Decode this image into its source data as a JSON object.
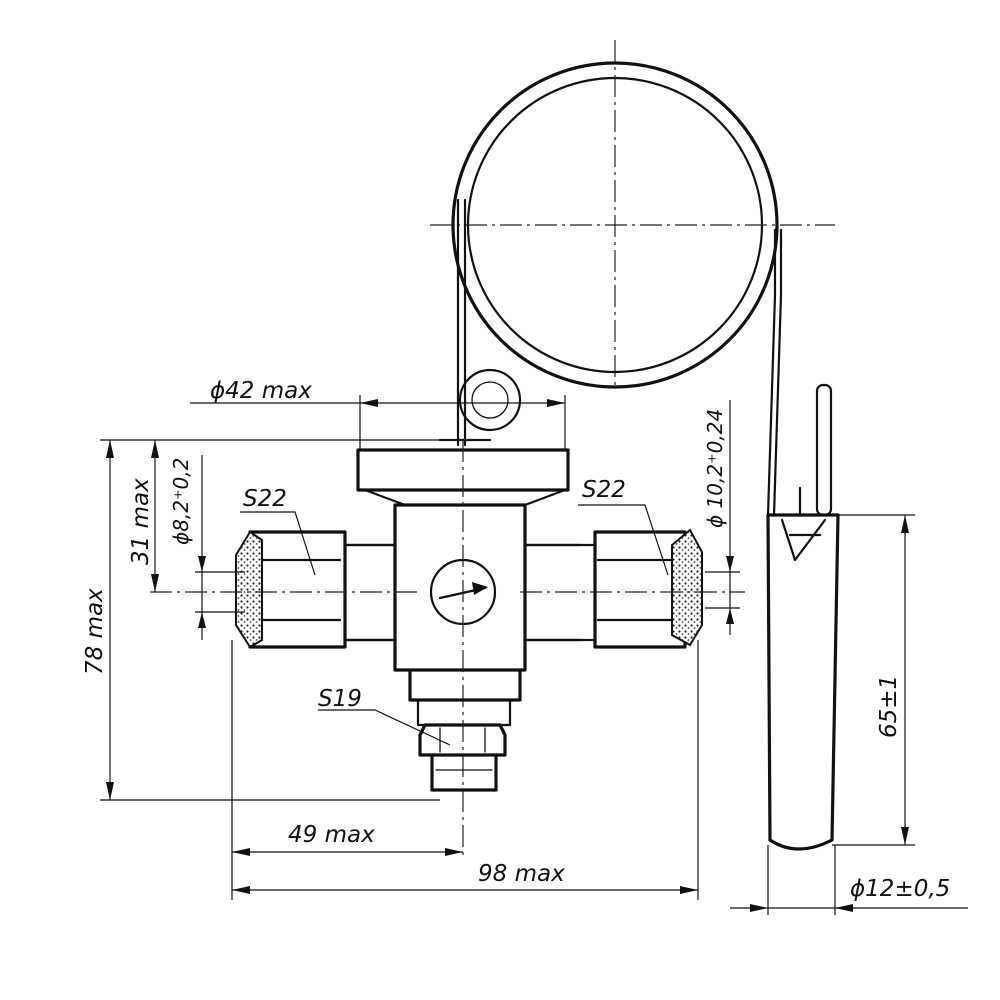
{
  "dimensions": {
    "phi42": "ϕ42 max",
    "phi102": "ϕ 10,2⁺0,24",
    "phi82": "ϕ8,2⁺0,2",
    "h31": "31 max",
    "h78": "78 max",
    "w49": "49 max",
    "w98": "98 max",
    "h65": "65±1",
    "phi12": "ϕ12±0,5"
  },
  "wrench_sizes": {
    "left_nut": "S22",
    "right_nut": "S22",
    "bottom_nut": "S19"
  }
}
